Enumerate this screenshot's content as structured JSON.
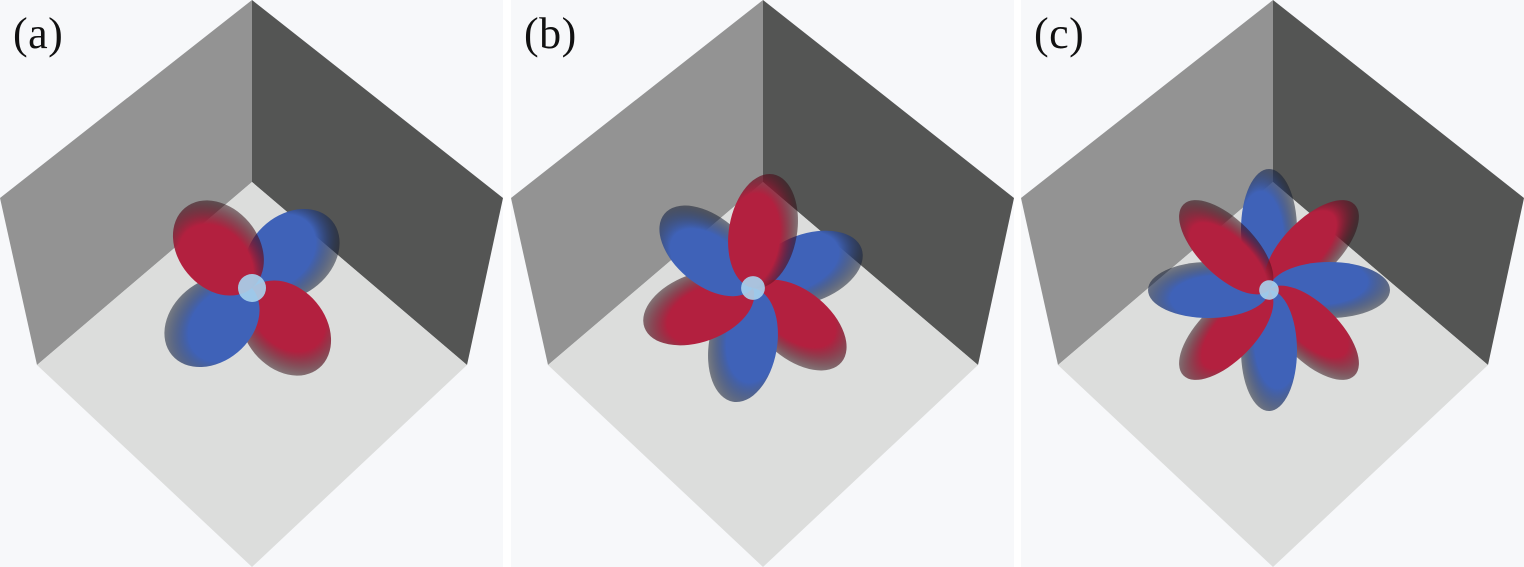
{
  "panels": [
    {
      "label": "(a)",
      "lobe_count": 2
    },
    {
      "label": "(b)",
      "lobe_count": 3
    },
    {
      "label": "(c)",
      "lobe_count": 4
    }
  ],
  "colors": {
    "background": "#f7f8fa",
    "left_wall": "#939393",
    "right_wall": "#545554",
    "floor": "#dcdddc",
    "red_lobe": "#b3203f",
    "blue_lobe": "#3f62b8",
    "core_highlight": "#a8d4ee"
  }
}
